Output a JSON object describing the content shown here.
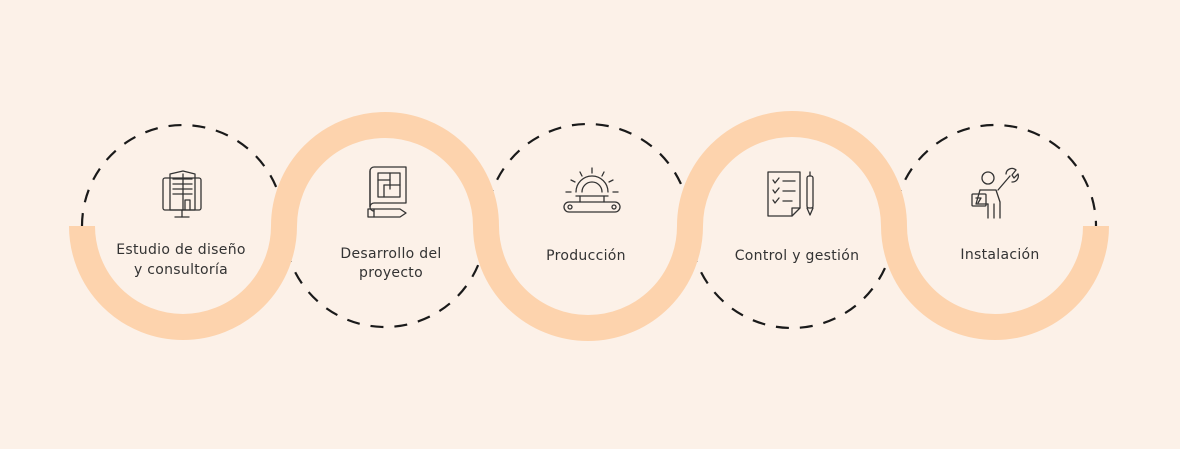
{
  "colors": {
    "background": "#fcf1e8",
    "wave": "#fdd3ad",
    "dash": "#1a1a1a",
    "text": "#333333"
  },
  "steps": [
    {
      "label_lines": [
        "Estudio de diseño",
        "y consultoría"
      ],
      "icon": "building-monitor-icon"
    },
    {
      "label_lines": [
        "Desarrollo del",
        "proyecto"
      ],
      "icon": "blueprint-pencil-icon"
    },
    {
      "label_lines": [
        "Producción"
      ],
      "icon": "gear-conveyor-icon"
    },
    {
      "label_lines": [
        "Control y gestión"
      ],
      "icon": "checklist-pen-icon"
    },
    {
      "label_lines": [
        "Instalación"
      ],
      "icon": "worker-wrench-icon"
    }
  ]
}
